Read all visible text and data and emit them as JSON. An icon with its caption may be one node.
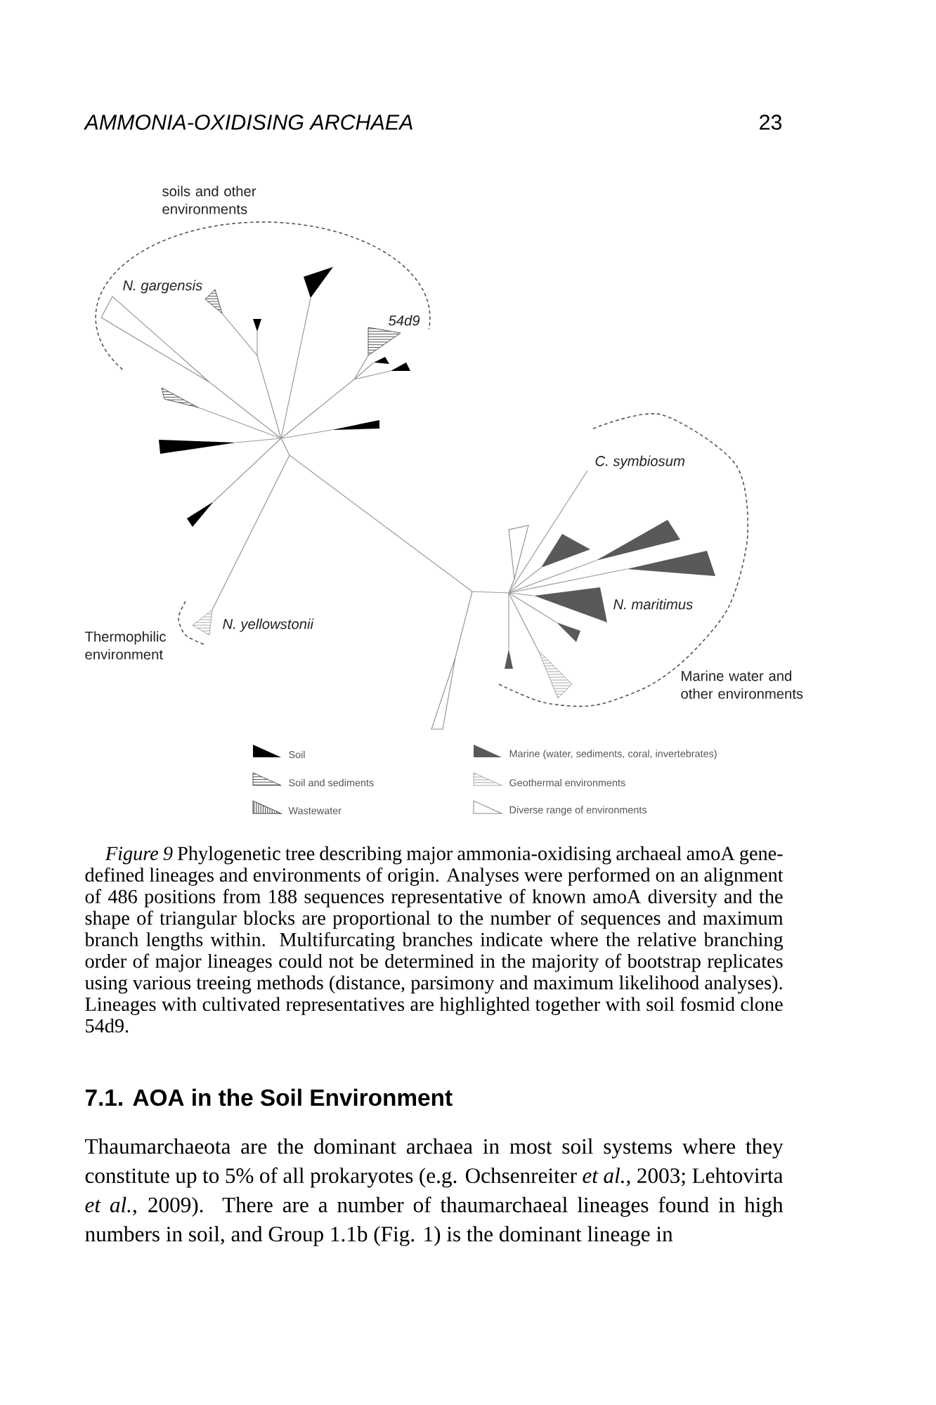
{
  "diagram": {
    "caption": "*Figure 9* Phylogenetic tree describing major ammonia-oxidising archaeal amoA gene-defined lineages and environments of origin. Analyses were performed on an alignment of 486 positions from 188 sequences representative of known amoA diversity and the shape of triangular blocks are proportional to the number of sequences and maximum branch lengths within. Multifurcating branches indicate where the relative branching order of major lineages could not be determined in the majority of bootstrap replicates using various treeing methods (distance, parsimony and maximum likelihood analyses). Lineages with cultivated representatives are highlighted together with soil fosmid clone 54d9.",
    "labels": [
      "AMMONIA-OXIDISING ARCHAEA",
      "23",
      "soils and other environments",
      "N. gargensis",
      "54d9",
      "C. symbiosum",
      "N. maritimus",
      "N. yellowstonii",
      "Thermophilic environment",
      "Marine water and other environments",
      "7.1. AOA in the Soil Environment",
      "Thaumarchaeota are the dominant archaea in most soil systems where they constitute up to 5% of all prokaryotes (e.g. Ochsenreiter *et al.*, 2003; Lehtovirta *et al.*, 2009). There are a number of thaumarchaeal lineages found in high numbers in soil, and Group 1.1b (Fig. 1) is the dominant lineage in"
    ],
    "legend": [
      {
        "text": "Soil",
        "color": "#000000"
      },
      {
        "text": "Marine (water, sediments, coral, invertebrates)",
        "color": "#595959"
      },
      {
        "text": "Soil and sediments"
      },
      {
        "text": "Geothermal environments"
      },
      {
        "text": "Wastewater"
      },
      {
        "text": "Diverse range of environments"
      }
    ]
  }
}
